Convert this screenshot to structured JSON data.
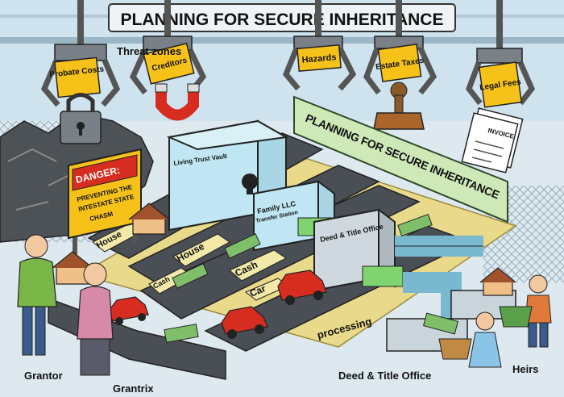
{
  "title": "PLANNING FOR SECURE INHERITANCE",
  "banner_text": "PLANNING FOR SECURE INHERITANCE",
  "threat_zones_label": "Threat zones",
  "claws": [
    {
      "label": "Probate Costs",
      "icon": "padlock-icon"
    },
    {
      "label": "Creditors",
      "icon": "magnet-icon"
    },
    {
      "label": "Hazards",
      "icon": "none"
    },
    {
      "label": "Estate Taxes",
      "icon": "stamp-icon"
    },
    {
      "label": "Legal Fees",
      "icon": "invoice-icon"
    }
  ],
  "invoice_label": "INVOICE",
  "danger": {
    "title": "DANGER:",
    "line1": "PREVENTING THE",
    "line2": "INTESTATE STATE",
    "line3": "CHASM"
  },
  "stations": {
    "vault": "Living Trust Vault",
    "llc_title": "Family LLC",
    "llc_sub": "Transfer Station",
    "deed": "Deed & Title Office"
  },
  "conveyor_labels": {
    "house1": "House",
    "house2": "House",
    "cash1": "Cash",
    "cash2": "Cash",
    "car": "Car",
    "processing": "processing"
  },
  "bottom_labels": {
    "grantor": "Grantor",
    "grantrix": "Grantrix",
    "deed_office": "Deed & Title Office",
    "heirs": "Heirs"
  },
  "colors": {
    "background": "#cfe3ee",
    "conveyor": "#4a4f55",
    "belt_label": "#f3e9a8",
    "banner": "#cfe8b8",
    "glass": "#bfe6f2",
    "danger_red": "#d62d20",
    "danger_yellow": "#f6c21a",
    "car_red": "#d62d20",
    "cash_green": "#7fbf6a"
  }
}
